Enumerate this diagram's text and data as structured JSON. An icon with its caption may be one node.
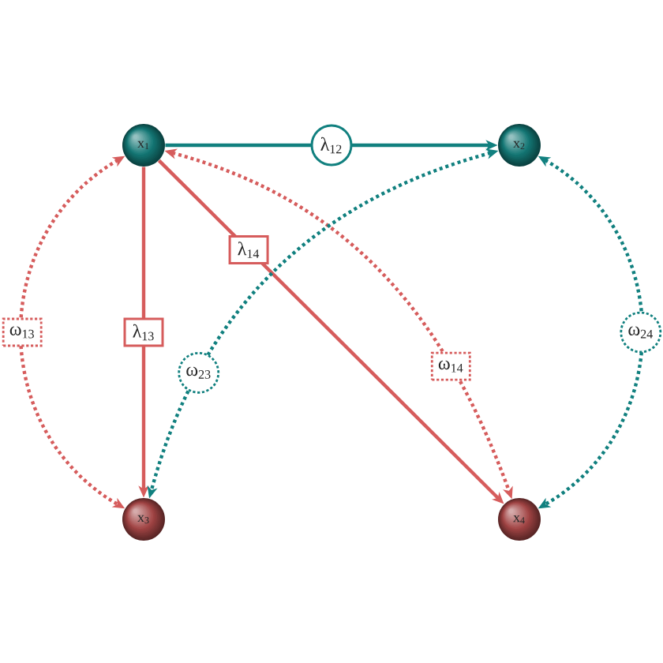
{
  "diagram": {
    "nodes": [
      {
        "text": [
          "x$_{1}$"
        ]
      },
      {
        "text": [
          "x$_{2}$"
        ]
      },
      {
        "text": [
          "x$_{3}$"
        ]
      },
      {
        "text": [
          "x$_{4}$"
        ]
      }
    ],
    "edges": [
      {
        "from": 0,
        "to": 1,
        "arrow": "to",
        "label": "λ$_{12}$",
        "color": "#11807f"
      },
      {
        "from": 0,
        "to": 2,
        "arrow": "to",
        "label": "λ$_{13}$",
        "color": "#d65c5c"
      },
      {
        "from": 0,
        "to": 3,
        "arrow": "to",
        "label": "λ$_{14}$",
        "color": "#d65c5c"
      },
      {
        "from": 0,
        "to": 2,
        "arrow": "both",
        "label": "ω$_{13}$",
        "style": "dashed",
        "color": "#d65c5c"
      },
      {
        "from": 0,
        "to": 3,
        "arrow": "both",
        "label": "ω$_{14}$",
        "style": "dashed",
        "color": "#d65c5c"
      },
      {
        "from": 1,
        "to": 2,
        "arrow": "both",
        "label": "ω$_{23}$",
        "style": "dashed",
        "color": "#11807f"
      },
      {
        "from": 1,
        "to": 3,
        "arrow": "both",
        "label": "ω$_{24}$",
        "style": "dashed",
        "color": "#11807f"
      }
    ]
  }
}
